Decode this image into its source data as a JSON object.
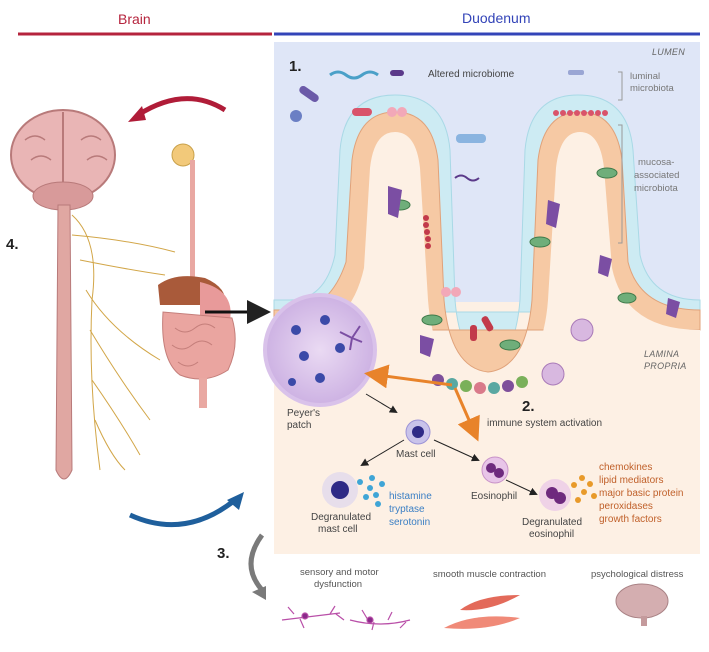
{
  "headers": {
    "brain": "Brain",
    "duodenum": "Duodenum"
  },
  "numbers": {
    "n1": "1.",
    "n2": "2.",
    "n3": "3.",
    "n4": "4."
  },
  "regions": {
    "lumen": "LUMEN",
    "lamina1": "LAMINA",
    "lamina2": "PROPRIA"
  },
  "lumen_labels": {
    "altered_microbiome": "Altered microbiome",
    "luminal1": "luminal",
    "luminal2": "microbiota",
    "mucosa1": "mucosa-",
    "mucosa2": "associated",
    "mucosa3": "microbiota"
  },
  "immune_labels": {
    "peyers1": "Peyer's",
    "peyers2": "patch",
    "activation": "immune system activation",
    "mast_cell": "Mast cell",
    "eosinophil": "Eosinophil",
    "degran_mast1": "Degranulated",
    "degran_mast2": "mast cell",
    "degran_eos1": "Degranulated",
    "degran_eos2": "eosinophil"
  },
  "mast_mediators": [
    "histamine",
    "tryptase",
    "serotonin"
  ],
  "eos_mediators": [
    "chemokines",
    "lipid mediators",
    "major basic protein",
    "peroxidases",
    "growth factors"
  ],
  "symptoms": {
    "sensory1": "sensory and motor",
    "sensory2": "dysfunction",
    "smooth": "smooth muscle contraction",
    "psych": "psychological distress"
  },
  "colors": {
    "brain_line": "#b5243d",
    "duodenum_line": "#3344b8",
    "orange_arrow": "#e8832a",
    "blue_arrow": "#1f5f9c",
    "red_arrow": "#b01c38",
    "lumen_bg": "#dfe6f7",
    "lamina_bg": "#fdf0e4"
  },
  "icons": [
    "brain-icon",
    "spinal-cord-icon",
    "digestive-tract-icon",
    "villus-icon",
    "mast-cell-icon",
    "eosinophil-icon",
    "neuron-icon",
    "muscle-cell-icon"
  ]
}
